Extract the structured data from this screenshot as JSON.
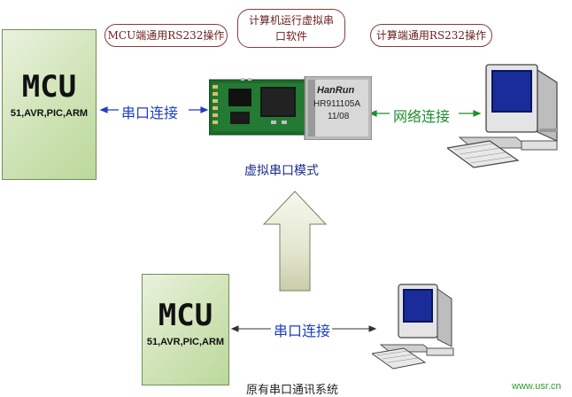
{
  "top_mcu": {
    "title": "MCU",
    "subtitle": "51,AVR,PIC,ARM"
  },
  "bottom_mcu": {
    "title": "MCU",
    "subtitle": "51,AVR,PIC,ARM"
  },
  "callouts": {
    "left": "MCU端通用RS232操作",
    "center_line1": "计算机运行虚拟串",
    "center_line2": "口软件",
    "right": "计算端通用RS232操作"
  },
  "links": {
    "top_serial": "串口连接",
    "network": "网络连接",
    "bottom_serial": "串口连接"
  },
  "module": {
    "brand": "HanRun",
    "part": "HR911105A",
    "date": "11/08"
  },
  "captions": {
    "virtual_mode": "虚拟串口模式",
    "original_system": "原有串口通讯系统"
  },
  "watermark": "www.usr.cn",
  "colors": {
    "serial_link": "#1f3fbf",
    "network_link": "#1f8f2f",
    "callout_border": "#8a3a3a"
  }
}
